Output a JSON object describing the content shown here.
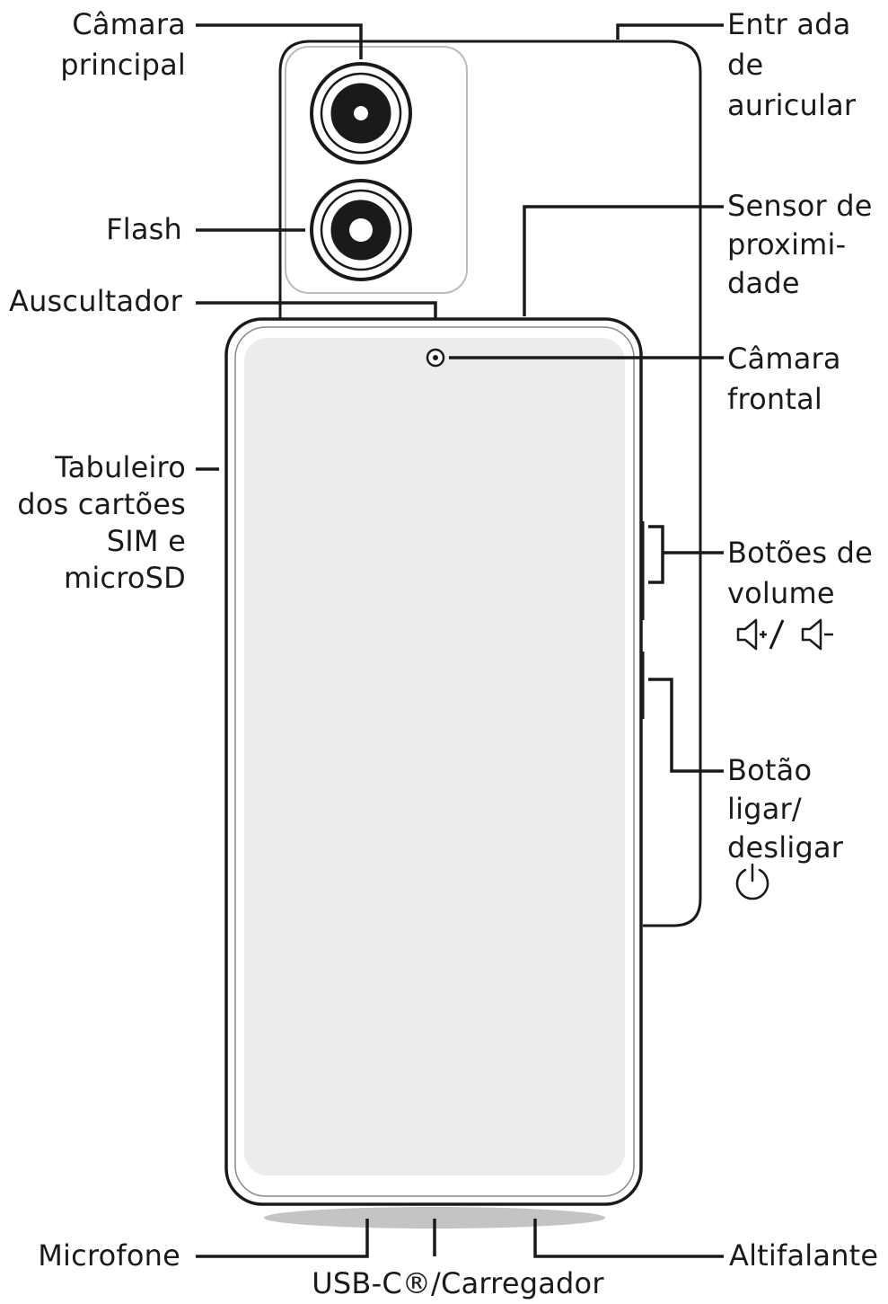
{
  "labels": {
    "camara_principal": "Câmara\nprincipal",
    "flash": "Flash",
    "auscultador": "Auscultador",
    "tabuleiro": "Tabuleiro\ndos cartões\nSIM e\nmicroSD",
    "microfone": "Microfone",
    "usb": "USB-C®/Carregador",
    "altifalante": "Altifalante",
    "entrada": "Entr ada de\nauricular",
    "sensor": "Sensor de\nproximi-\ndade",
    "camara_frontal": "Câmara\nfrontal",
    "botoes_volume": "Botões de\nvolume",
    "botao_ligar": "Botão\nligar/\ndesligar"
  },
  "icons": {
    "volume_up": "volume-up-icon",
    "volume_down": "volume-down-icon",
    "power": "power-icon"
  },
  "colors": {
    "line": "#1a1a1a",
    "screen": "#ececec",
    "body": "#ffffff"
  }
}
